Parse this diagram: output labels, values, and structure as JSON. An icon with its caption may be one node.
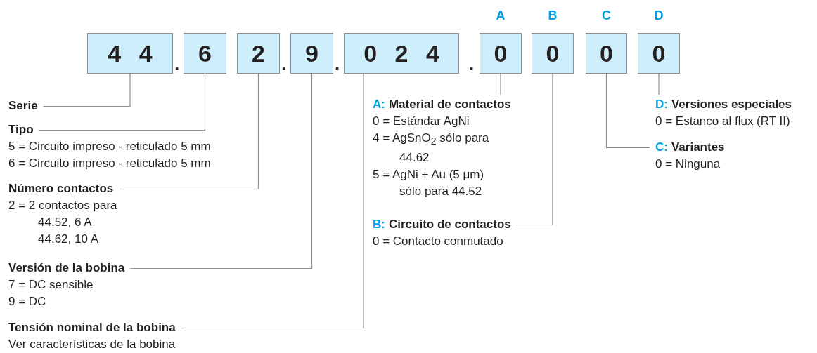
{
  "diagram": {
    "nodes": [
      {
        "text": [
          "4 4"
        ]
      },
      {
        "text": [
          "6"
        ]
      },
      {
        "text": [
          "2"
        ]
      },
      {
        "text": [
          "9"
        ]
      },
      {
        "text": [
          "0 2 4"
        ]
      },
      {
        "text": [
          "0"
        ],
        "beside": [
          "A"
        ]
      },
      {
        "text": [
          "0"
        ],
        "beside": [
          "B"
        ]
      },
      {
        "text": [
          "0"
        ],
        "beside": [
          "C"
        ]
      },
      {
        "text": [
          "0"
        ],
        "beside": [
          "D"
        ]
      },
      {
        "text": [
          "Serie"
        ]
      },
      {
        "text": [
          "Tipo",
          "5 = Circuito impreso - reticulado 5 mm",
          "6 = Circuito impreso - reticulado 5 mm"
        ]
      },
      {
        "text": [
          "A:",
          "Material de contactos",
          "0 = Estándar AgNi",
          "4 = AgSnO$_{2}$ sólo para 44.62",
          "5 = AgNi + Au (5 μm) sólo para 44.52"
        ]
      },
      {
        "text": [
          "D:",
          "Versiones especiales",
          "0 = Estanco al flux (RT II)"
        ]
      },
      {
        "text": [
          "C:",
          "Variantes",
          "0 = Ninguna"
        ]
      },
      {
        "text": [
          "Número contactos",
          "2 = 2 contactos para 44.52, 6 A 44.62, 10 A"
        ]
      },
      {
        "text": [
          "B:",
          "Circuito de contactos",
          "0 = Contacto conmutado"
        ]
      },
      {
        "text": [
          "Versión de la bobina",
          "7 = DC sensible",
          "9 = DC"
        ]
      },
      {
        "text": [
          "Tensión nominal de la bobina",
          "Ver características de la bobina"
        ]
      }
    ],
    "edges": [
      {
        "from": 0,
        "to": 9,
        "arrow": "none"
      },
      {
        "from": 1,
        "to": 10,
        "arrow": "none"
      },
      {
        "from": 2,
        "to": 14,
        "arrow": "none"
      },
      {
        "from": 3,
        "to": 16,
        "arrow": "none"
      },
      {
        "from": 4,
        "to": 17,
        "arrow": "none"
      },
      {
        "from": 5,
        "to": 11,
        "arrow": "none"
      },
      {
        "from": 6,
        "to": 15,
        "arrow": "none"
      },
      {
        "from": 7,
        "to": 13,
        "arrow": "none"
      },
      {
        "from": 8,
        "to": 12,
        "arrow": "none"
      }
    ],
    "labels": [
      ".",
      ".",
      ".",
      "."
    ]
  }
}
